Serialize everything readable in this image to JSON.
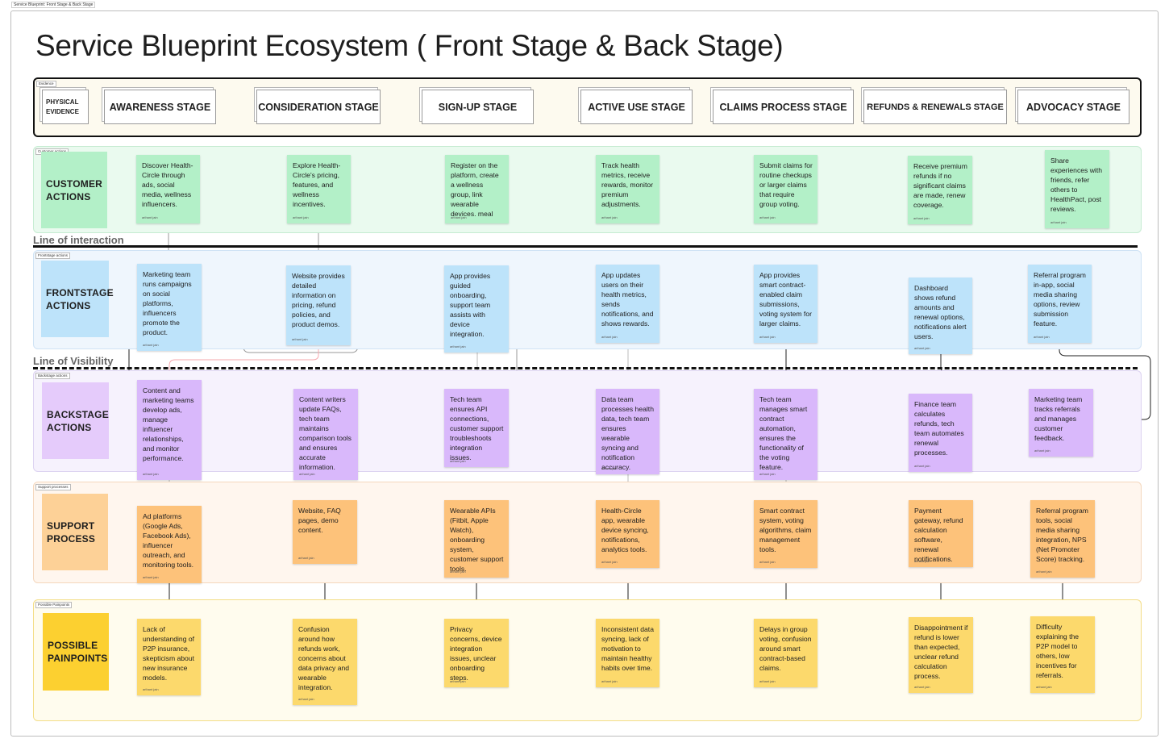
{
  "page_tab": "Service Blueprint: Front Stage & Back Stage",
  "title": "Service Blueprint Ecosystem ( Front Stage & Back Stage)",
  "colors": {
    "evidence_bg": "#fdfaef",
    "customer_bg": "#eafaef",
    "frontstage_bg": "#eff6fd",
    "backstage_bg": "#f6f2fd",
    "support_bg": "#fff6ee",
    "pain_bg": "#fffcee",
    "green_note": "#b3f0c8",
    "blue_note": "#bde3fa",
    "purple_note": "#d9b8fb",
    "orange_note": "#fdc27a",
    "yellow_note": "#fcd96c"
  },
  "lines": {
    "interaction": "Line of interaction",
    "visibility": "Line of Visibility"
  },
  "evidence": {
    "tag": "Evidence",
    "label": "PHYSICAL EVIDENCE",
    "stages": [
      "AWARENESS STAGE",
      "CONSIDERATION STAGE",
      "SIGN-UP STAGE",
      "ACTIVE USE STAGE",
      "CLAIMS PROCESS STAGE",
      "REFUNDS & RENEWALS STAGE",
      "ADVOCACY STAGE"
    ]
  },
  "author": "arihant jain",
  "customer": {
    "tag": "Customer actions",
    "label": "CUSTOMER ACTIONS",
    "notes": [
      "Discover Health-Circle through ads, social media, wellness influencers.",
      "Explore  Health-Circle's pricing, features, and wellness incentives.",
      "Register on the platform, create a wellness group, link wearable devices. meal",
      " Track health metrics, receive rewards, monitor premium adjustments.",
      "Submit claims for routine checkups or larger claims that require group voting.",
      "Receive premium refunds if no significant claims are made, renew coverage.",
      "Share experiences with friends, refer others to HealthPact, post reviews."
    ]
  },
  "frontstage": {
    "tag": "Frontstage actions",
    "label": "FRONTSTAGE ACTIONS",
    "notes": [
      "Marketing team runs campaigns on social platforms, influencers promote the product.",
      "Website provides detailed information on pricing, refund policies, and product demos.",
      "App provides guided onboarding, support team assists with device integration.",
      "App updates users on their health metrics, sends notifications, and shows rewards.",
      "App provides smart contract-enabled claim submissions, voting system for larger claims.",
      "Dashboard shows refund amounts and renewal options, notifications alert users.",
      "Referral program in-app, social media sharing options, review submission feature."
    ]
  },
  "backstage": {
    "tag": "Backstage actions",
    "label": "BACKSTAGE ACTIONS",
    "notes": [
      "Content and marketing teams develop ads, manage influencer relationships, and monitor performance.",
      "Content writers update FAQs, tech team maintains comparison tools and ensures accurate information.",
      "Tech team ensures API connections, customer support troubleshoots integration issues.",
      "Data team processes health data, tech team ensures wearable syncing and notification accuracy.",
      "Tech team manages smart contract automation, ensures the functionality of the voting feature.",
      "Finance team calculates refunds, tech team automates renewal processes.",
      "Marketing team tracks referrals and manages customer feedback."
    ]
  },
  "support": {
    "tag": "Support processes",
    "label": "SUPPORT PROCESS",
    "notes": [
      "Ad platforms (Google Ads, Facebook Ads), influencer outreach, and monitoring tools.",
      "Website, FAQ pages, demo content.",
      "Wearable APIs (Fitbit, Apple Watch), onboarding system, customer support tools.",
      "Health-Circle app, wearable device syncing, notifications, analytics tools.",
      "Smart contract system, voting algorithms, claim management tools.",
      "Payment gateway, refund calculation software, renewal notifications.",
      "Referral program tools, social media sharing integration, NPS (Net Promoter Score) tracking."
    ]
  },
  "pain": {
    "tag": "Possible Painpoints",
    "label": "POSSIBLE PAINPOINTS",
    "notes": [
      "Lack of understanding of P2P insurance, skepticism about new insurance models.",
      "Confusion around how refunds work, concerns about data privacy and wearable integration.",
      "Privacy concerns, device integration issues, unclear onboarding steps.",
      "Inconsistent data syncing, lack of motivation to maintain healthy habits over time.",
      "Delays in group voting, confusion around smart contract-based claims.",
      "Disappointment if refund is lower than expected, unclear refund calculation process.",
      "Difficulty explaining the P2P model to others, low incentives for referrals."
    ]
  }
}
